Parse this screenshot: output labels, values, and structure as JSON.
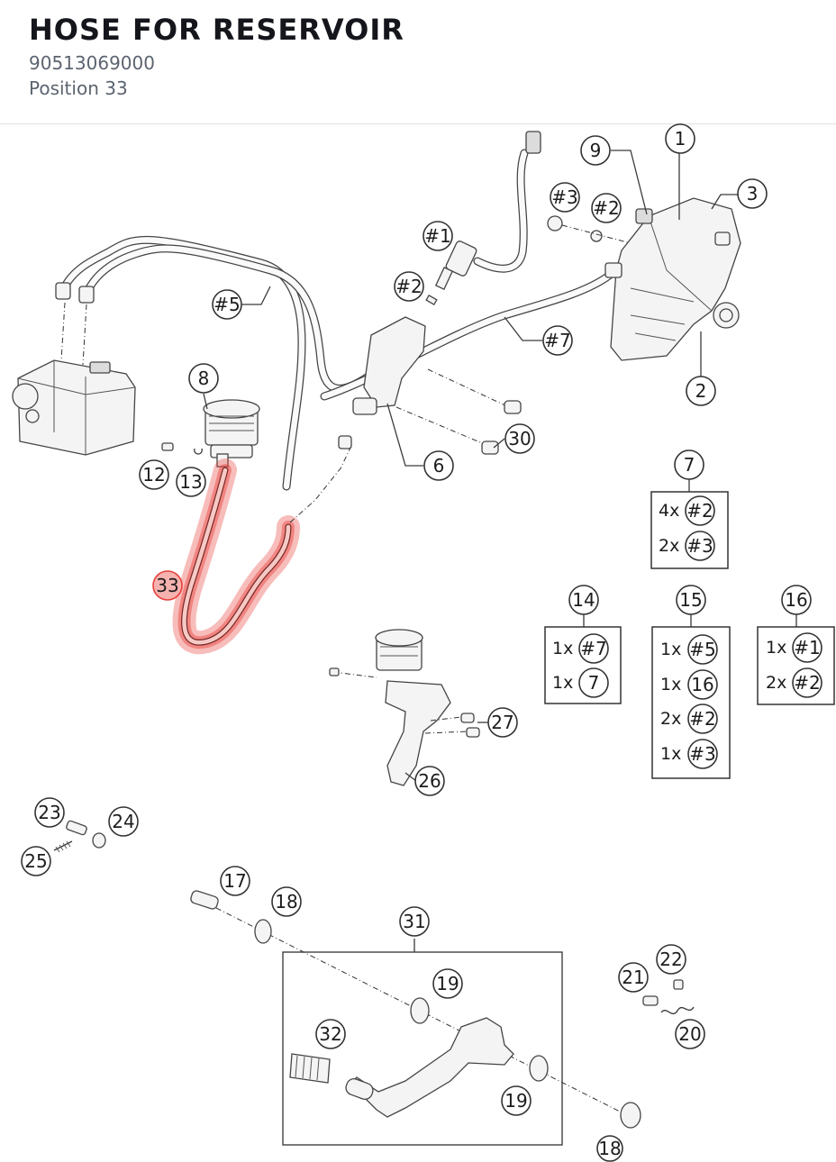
{
  "header": {
    "title": "HOSE FOR RESERVOIR",
    "part_number": "90513069000",
    "position": "Position 33"
  },
  "highlight": {
    "callout": "33",
    "color": "#e8413c"
  },
  "callouts": {
    "c1": "1",
    "c2": "2",
    "c3": "3",
    "c6": "6",
    "c7": "7",
    "c8": "8",
    "c9": "9",
    "c12": "12",
    "c13": "13",
    "c14": "14",
    "c15": "15",
    "c16": "16",
    "c17": "17",
    "c18a": "18",
    "c18b": "18",
    "c19a": "19",
    "c19b": "19",
    "c20": "20",
    "c21": "21",
    "c22": "22",
    "c23": "23",
    "c24": "24",
    "c25": "25",
    "c26": "26",
    "c27": "27",
    "c30": "30",
    "c31": "31",
    "c32": "32",
    "c33": "33",
    "h1": "#1",
    "h2a": "#2",
    "h2b": "#2",
    "h3": "#3",
    "h5": "#5",
    "h7": "#7"
  },
  "kits": {
    "k7": {
      "label": "7",
      "rows": [
        {
          "qty": "4x",
          "ref": "#2"
        },
        {
          "qty": "2x",
          "ref": "#3"
        }
      ]
    },
    "k14": {
      "label": "14",
      "rows": [
        {
          "qty": "1x",
          "ref": "#7"
        },
        {
          "qty": "1x",
          "ref": "7"
        }
      ]
    },
    "k15": {
      "label": "15",
      "rows": [
        {
          "qty": "1x",
          "ref": "#5"
        },
        {
          "qty": "1x",
          "ref": "16"
        },
        {
          "qty": "2x",
          "ref": "#2"
        },
        {
          "qty": "1x",
          "ref": "#3"
        }
      ]
    },
    "k16": {
      "label": "16",
      "rows": [
        {
          "qty": "1x",
          "ref": "#1"
        },
        {
          "qty": "2x",
          "ref": "#2"
        }
      ]
    }
  }
}
